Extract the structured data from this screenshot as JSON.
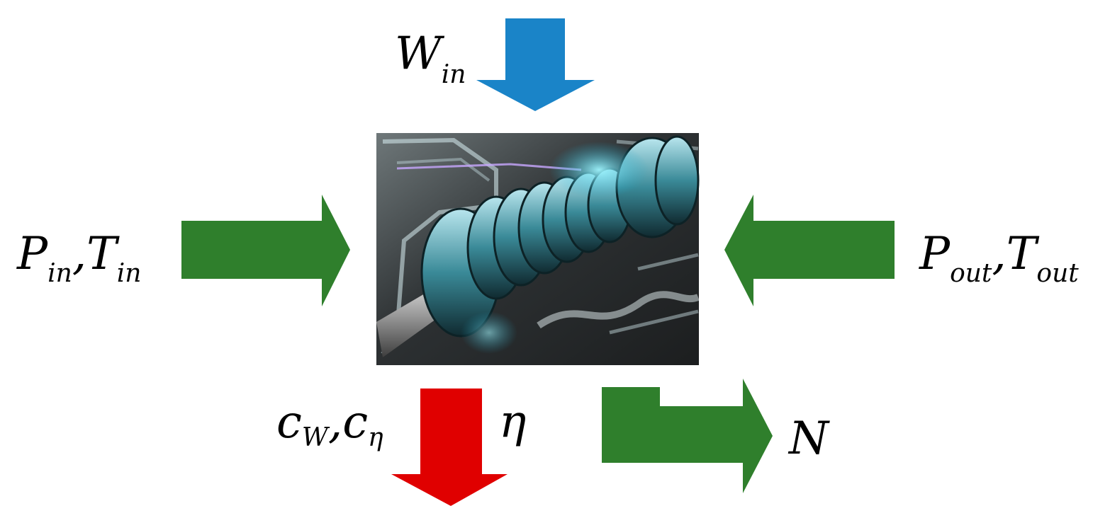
{
  "colors": {
    "flow_green": "#2f7f2c",
    "input_blue": "#1a84c8",
    "coeff_red": "#e00000",
    "text": "#000000"
  },
  "inputs": {
    "flow_in": {
      "symbol": "W",
      "sub": "in",
      "arrow_color": "blue",
      "direction": "down"
    },
    "inlet": {
      "p_symbol": "P",
      "p_sub": "in",
      "sep": ",",
      "t_symbol": "T",
      "t_sub": "in",
      "arrow_color": "green",
      "direction": "right"
    },
    "outlet": {
      "p_symbol": "P",
      "p_sub": "out",
      "sep": ",",
      "t_symbol": "T",
      "t_sub": "out",
      "arrow_color": "green",
      "direction": "left"
    }
  },
  "outputs": {
    "coefficients": {
      "c1_symbol": "c",
      "c1_sub": "W",
      "sep": ",",
      "c2_symbol": "c",
      "c2_sub": "η",
      "arrow_color": "red",
      "direction": "down"
    },
    "efficiency": {
      "symbol": "η"
    },
    "power": {
      "symbol": "N",
      "arrow_color": "green",
      "direction": "right"
    }
  },
  "turbine_image": {
    "subject": "steam turbine rotor cutaway"
  }
}
